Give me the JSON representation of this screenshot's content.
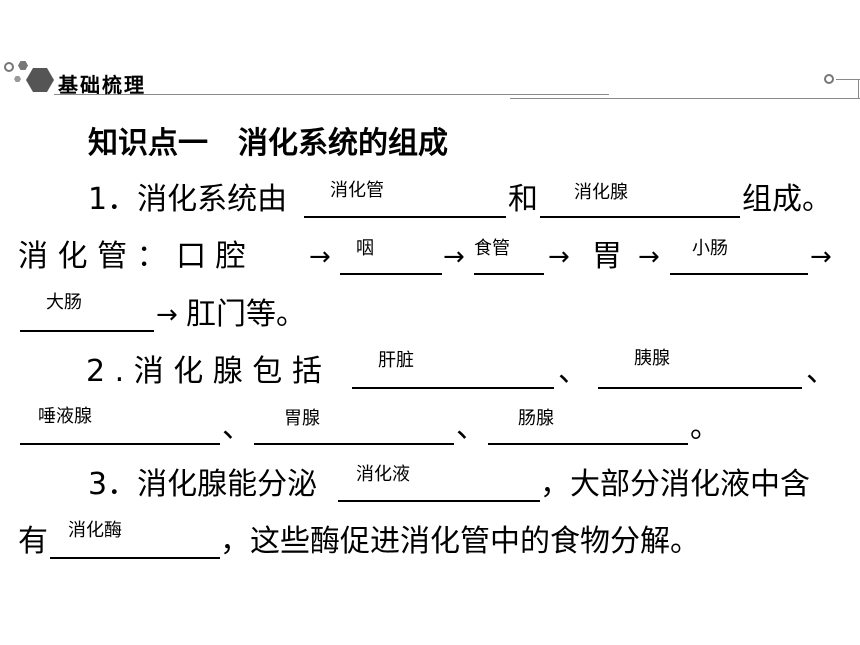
{
  "header": {
    "section_label": "基础梳理"
  },
  "heading": "知识点一　消化系统的组成",
  "q1": {
    "prefix": "1．消化系统由",
    "ans1": "消化管",
    "mid": "和",
    "ans2": "消化腺",
    "suffix": "组成。",
    "line2_start": "消 化 管 ： 口 腔",
    "ans3": "咽",
    "ans4": "食管",
    "stomach": "胃",
    "ans5": "小肠",
    "ans6": "大肠",
    "line3_end": "肛门等。",
    "arrow": "→"
  },
  "q2": {
    "prefix": "2 . 消 化 腺 包 括",
    "ans1": "肝脏",
    "sep": "、",
    "ans2": "胰腺",
    "ans3": "唾液腺",
    "ans4": "胃腺",
    "ans5": "肠腺",
    "end": "。"
  },
  "q3": {
    "prefix": "3．消化腺能分泌",
    "ans1": "消化液",
    "suffix": "，大部分消化液中含",
    "line2_start": "有",
    "ans2": "消化酶",
    "line2_end": "，这些酶促进消化管中的食物分解。"
  }
}
